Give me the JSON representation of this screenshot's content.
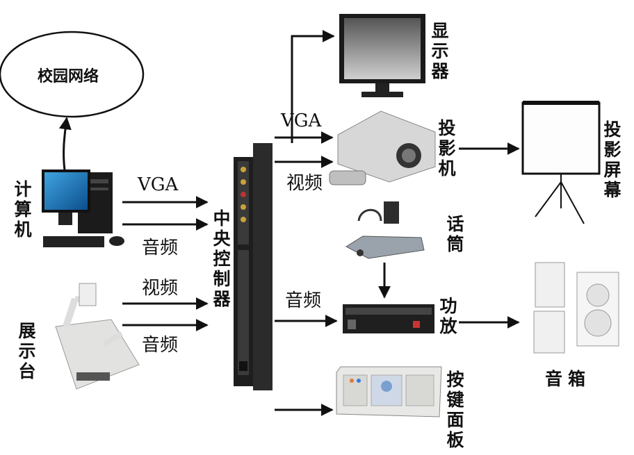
{
  "nodes": {
    "network": "校园网络",
    "computer": "计算机",
    "presenter": "展示台",
    "controller": "中央控制器",
    "monitor": "显示器",
    "projector": "投影机",
    "screen": "投影屏幕",
    "microphone": "话筒",
    "amplifier": "功放",
    "speakers": "音箱",
    "keypad": "按键面板"
  },
  "edges": {
    "pc_vga": "VGA",
    "pc_audio": "音频",
    "presenter_video": "视频",
    "presenter_audio": "音频",
    "to_projector_vga": "VGA",
    "to_projector_video": "视频",
    "to_amplifier_audio": "音频"
  },
  "colors": {
    "arrow": "#111111",
    "monitor_screen": "#1e7fc8",
    "device_body": "#2a2a2a",
    "panel": "#e8e8e6"
  }
}
